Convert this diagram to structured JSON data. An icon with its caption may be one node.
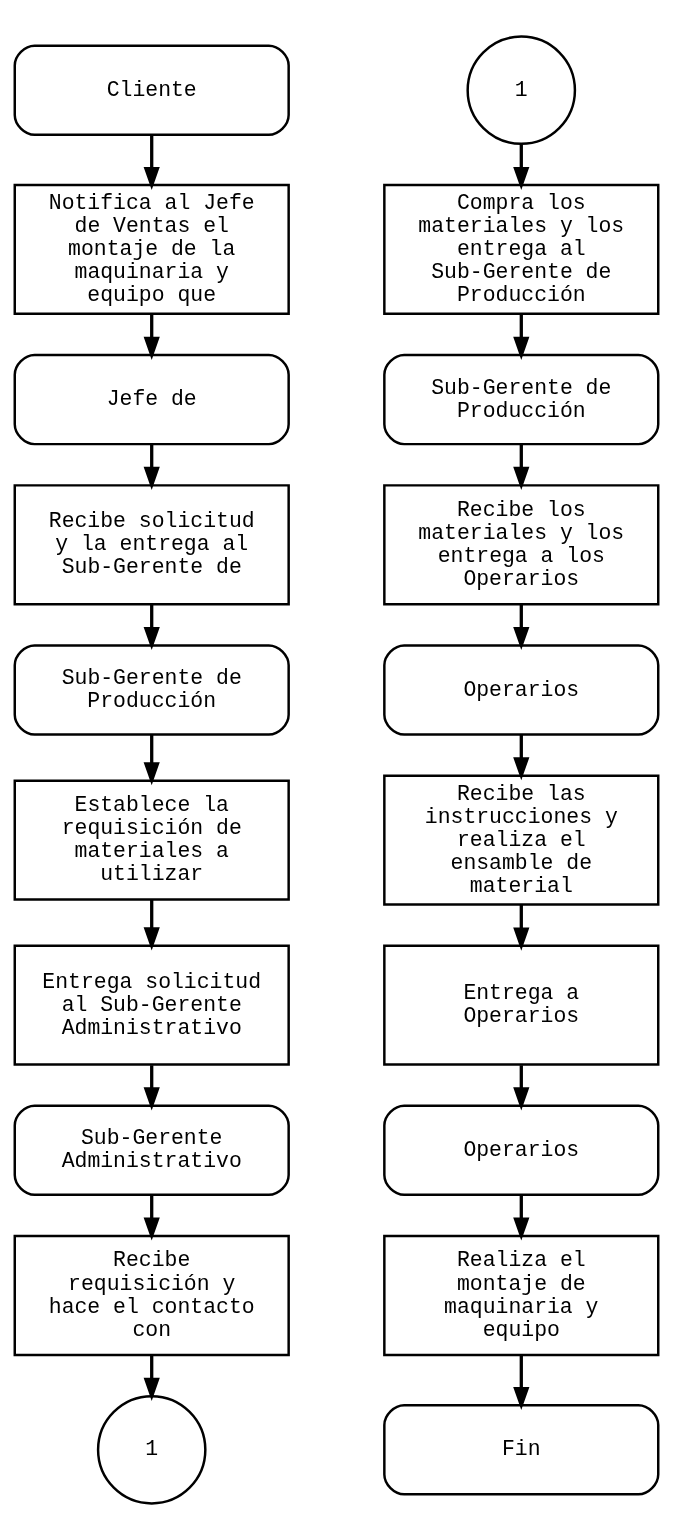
{
  "diagram": {
    "nodes": [
      {
        "text": [
          "Cliente"
        ]
      },
      {
        "text": [
          "Notifica al Jefe de Ventas el montaje de la maquinaria y equipo que"
        ]
      },
      {
        "text": [
          "Jefe de"
        ]
      },
      {
        "text": [
          "Recibe solicitud y la entrega al Sub-Gerente de"
        ]
      },
      {
        "text": [
          "Sub-Gerente de Producción"
        ]
      },
      {
        "text": [
          "Establece la requisición de materiales a utilizar"
        ]
      },
      {
        "text": [
          "Entrega solicitud al Sub-Gerente Administrativo"
        ]
      },
      {
        "text": [
          "Sub-Gerente Administrativo"
        ]
      },
      {
        "text": [
          "Recibe requisición y hace el contacto con"
        ]
      },
      {
        "text": [
          "1"
        ]
      },
      {
        "text": [
          "1"
        ]
      },
      {
        "text": [
          "Compra los materiales y los entrega al Sub-Gerente de Producción"
        ]
      },
      {
        "text": [
          "Sub-Gerente de Producción"
        ]
      },
      {
        "text": [
          "Recibe los materiales y los entrega a los Operarios"
        ]
      },
      {
        "text": [
          "Operarios"
        ]
      },
      {
        "text": [
          "Recibe las instrucciones y realiza el ensamble de material"
        ]
      },
      {
        "text": [
          "Entrega a Operarios"
        ]
      },
      {
        "text": [
          "Operarios"
        ]
      },
      {
        "text": [
          "Realiza el montaje de maquinaria y equipo"
        ]
      },
      {
        "text": [
          "Fin"
        ]
      }
    ],
    "edges": [
      {
        "from": 0,
        "to": 1,
        "arrow": "to"
      },
      {
        "from": 1,
        "to": 2,
        "arrow": "to"
      },
      {
        "from": 2,
        "to": 3,
        "arrow": "to"
      },
      {
        "from": 3,
        "to": 4,
        "arrow": "to"
      },
      {
        "from": 4,
        "to": 5,
        "arrow": "to"
      },
      {
        "from": 5,
        "to": 6,
        "arrow": "to"
      },
      {
        "from": 6,
        "to": 7,
        "arrow": "to"
      },
      {
        "from": 7,
        "to": 8,
        "arrow": "to"
      },
      {
        "from": 8,
        "to": 9,
        "arrow": "to"
      },
      {
        "from": 10,
        "to": 11,
        "arrow": "to"
      },
      {
        "from": 11,
        "to": 12,
        "arrow": "to"
      },
      {
        "from": 12,
        "to": 13,
        "arrow": "to"
      },
      {
        "from": 13,
        "to": 14,
        "arrow": "to"
      },
      {
        "from": 14,
        "to": 15,
        "arrow": "to"
      },
      {
        "from": 15,
        "to": 16,
        "arrow": "to"
      },
      {
        "from": 16,
        "to": 17,
        "arrow": "to"
      },
      {
        "from": 17,
        "to": 18,
        "arrow": "to"
      },
      {
        "from": 18,
        "to": 19,
        "arrow": "to"
      }
    ]
  }
}
